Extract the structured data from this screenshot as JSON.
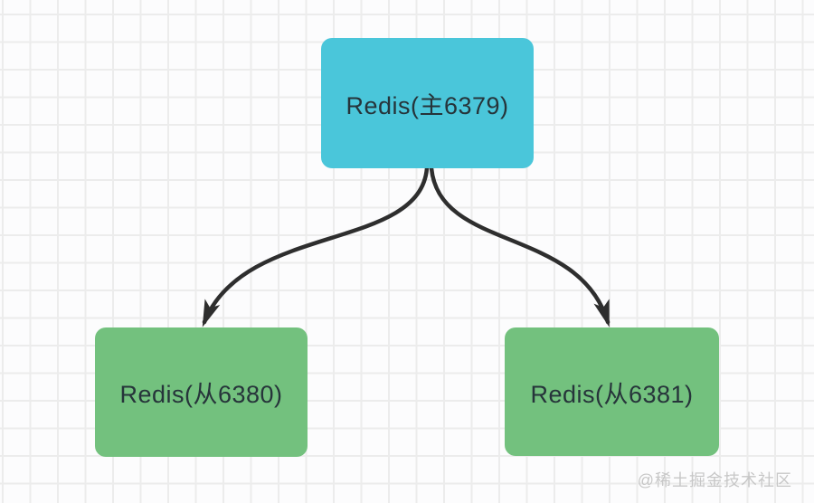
{
  "diagram": {
    "nodes": [
      {
        "id": "redis-master",
        "label": "Redis(主6379)",
        "fill": "#4ac6da"
      },
      {
        "id": "redis-slave-1",
        "label": "Redis(从6380)",
        "fill": "#73c17e"
      },
      {
        "id": "redis-slave-2",
        "label": "Redis(从6381)",
        "fill": "#73c17e"
      }
    ],
    "edges": [
      {
        "from": "redis-master",
        "to": "redis-slave-1"
      },
      {
        "from": "redis-master",
        "to": "redis-slave-2"
      }
    ],
    "edge_color": "#2e2e2e",
    "label_color": "#26343a"
  },
  "canvas": {
    "background": "#fcfcfd",
    "grid_line_color": "#ececec"
  },
  "watermark": {
    "text": "@稀土掘金技术社区",
    "color": "#c7c7c7"
  }
}
